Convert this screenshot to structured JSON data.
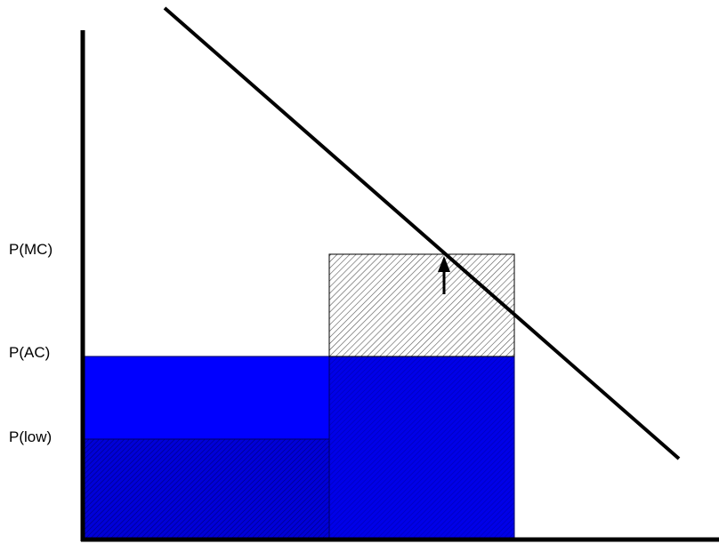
{
  "labels": {
    "p_mc": "P(MC)",
    "p_ac": "P(AC)",
    "p_low": "P(low)"
  },
  "colors": {
    "blue_fill": "#0000ff",
    "hatch_blue": "#000080",
    "hatch_gray": "#444444",
    "axis": "#000000"
  }
}
